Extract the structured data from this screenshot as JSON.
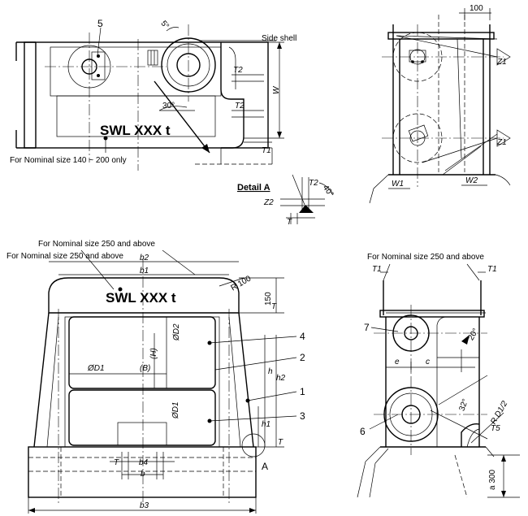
{
  "texts": {
    "side_shell": "Side shell",
    "swl_top": "SWL XXX t",
    "swl_front": "SWL XXX t",
    "nominal_140_200": "For Nominal size 140 ~ 200 only",
    "nominal_250_a": "For Nominal size 250 and above",
    "nominal_250_b": "For Nominal size 250 and above",
    "nominal_250_c": "For Nominal size 250 and above",
    "detail_a": "Detail A",
    "label_a": "A"
  },
  "dims": {
    "w": "W",
    "t2_a": "T2",
    "t2_b": "T2",
    "t1_a": "T1",
    "ang30": "30°",
    "ang5": "5°",
    "dim100": "100",
    "z1_a": "Z1",
    "z1_b": "Z1",
    "w1": "W1",
    "w2": "W2",
    "t2_d": "T2",
    "z2": "Z2",
    "ang40": "40°",
    "t_d": "T",
    "b2": "b2",
    "b1": "b1",
    "r100": "R 100",
    "d150": "150",
    "t_f": "T",
    "od2": "ØD2",
    "od1_h": "ØD1",
    "b_paren": "(B)",
    "h_paren": "(H)",
    "od1_v": "ØD1",
    "h": "h",
    "h2": "h2",
    "h1": "h1",
    "t_f2": "T",
    "t_low": "T",
    "b4": "b4",
    "b": "b",
    "b3": "b3",
    "t1_s1": "T1",
    "t1_s2": "T1",
    "ang20": "20°",
    "e": "e",
    "c": "c",
    "ang32": "32°",
    "rd2": "R D1/2",
    "t5": "T5",
    "a300": "a 300"
  },
  "callouts": [
    "1",
    "2",
    "3",
    "4",
    "5",
    "6",
    "7"
  ]
}
